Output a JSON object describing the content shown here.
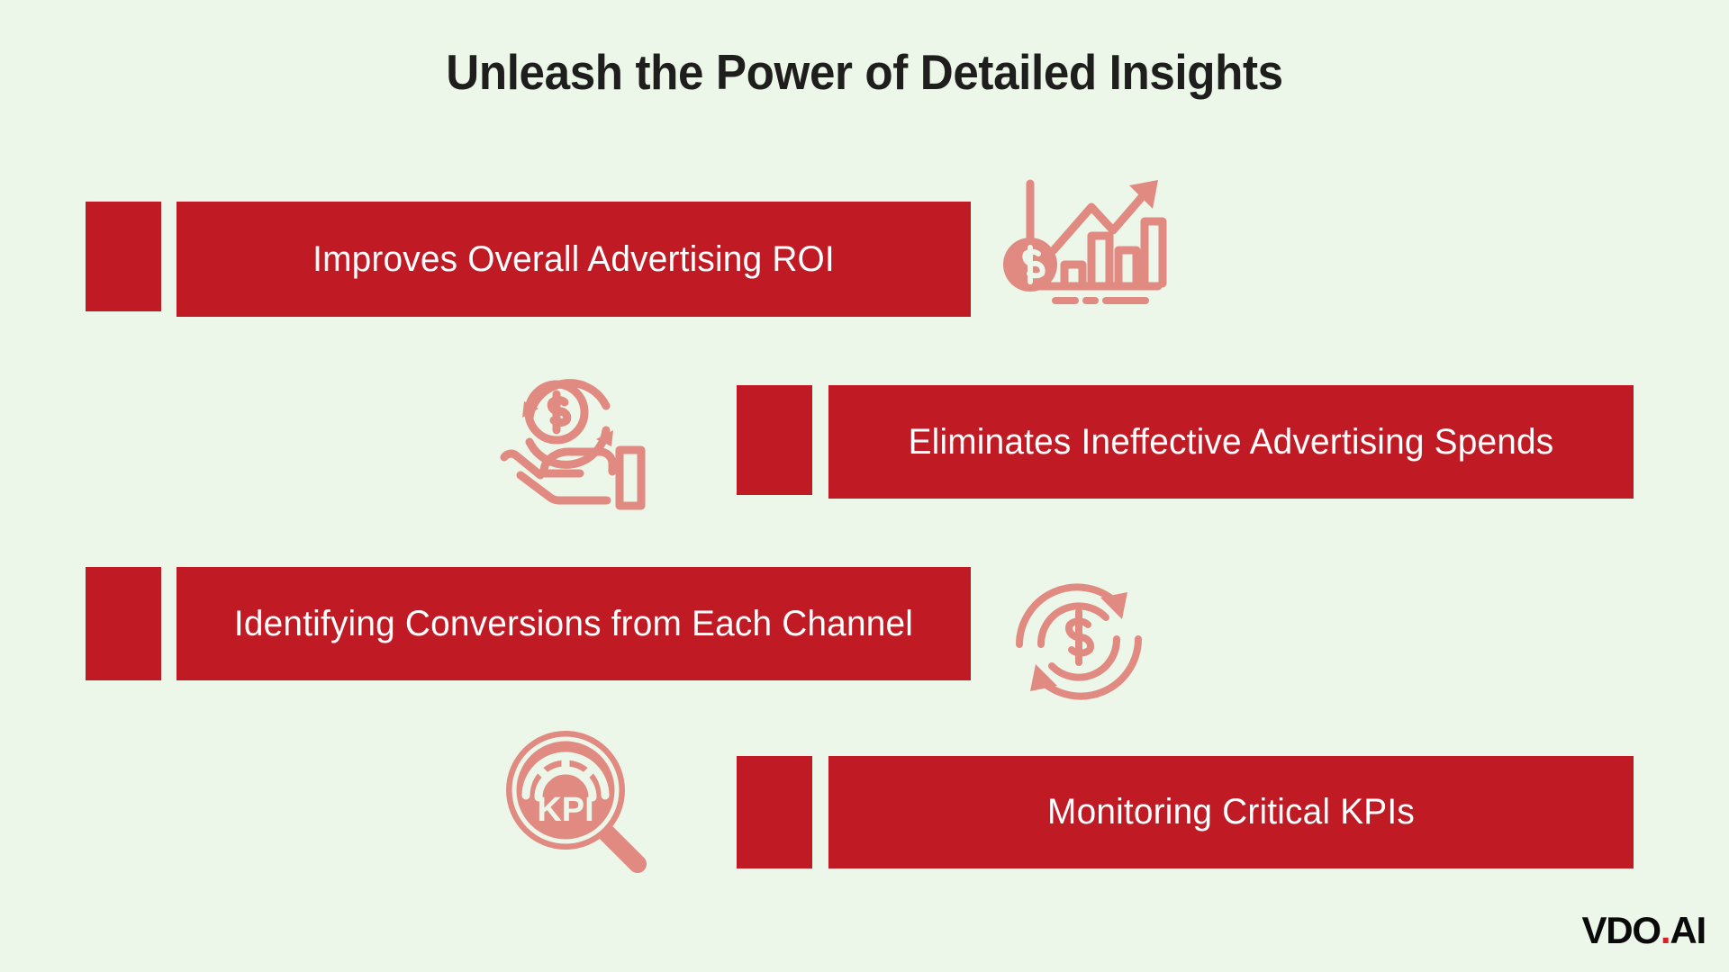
{
  "page": {
    "title": "Unleash the Power of Detailed Insights",
    "background_color": "#ecf7ea",
    "bar_color": "#c01a24",
    "icon_color": "#e08a81",
    "title_color": "#1e1f1d",
    "bar_text_color": "#ffffff"
  },
  "rows": [
    {
      "label": "Improves Overall Advertising ROI",
      "icon": "roi-growth-chart-icon",
      "align": "left"
    },
    {
      "label": "Eliminates Ineffective Advertising Spends",
      "icon": "hand-holding-money-refresh-icon",
      "align": "right"
    },
    {
      "label": "Identifying Conversions from Each Channel",
      "icon": "dollar-conversion-arrows-icon",
      "align": "left"
    },
    {
      "label": "Monitoring Critical KPIs",
      "icon": "kpi-magnifier-gauge-icon",
      "align": "right"
    }
  ],
  "logo": {
    "text_main": "VDO",
    "text_dot": ".",
    "text_suffix": "AI",
    "dot_color": "#e01b24"
  },
  "kpi_icon_text": "KPI"
}
